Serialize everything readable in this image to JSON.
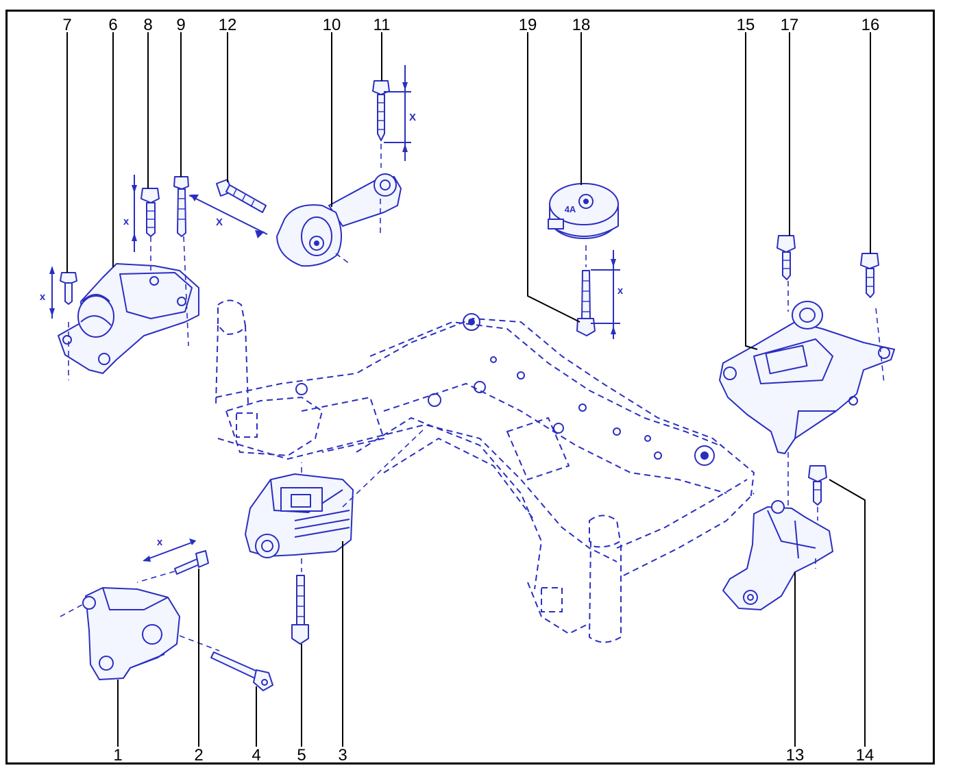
{
  "labels": {
    "l1": "1",
    "l2": "2",
    "l3": "3",
    "l4": "4",
    "l5": "5",
    "l6": "6",
    "l7": "7",
    "l8": "8",
    "l9": "9",
    "l10": "10",
    "l11": "11",
    "l12": "12",
    "l13": "13",
    "l14": "14",
    "l15": "15",
    "l16": "16",
    "l17": "17",
    "l18": "18",
    "l19": "19"
  },
  "dimension_marks": {
    "x_small": "x",
    "x_large": "X"
  },
  "stamp_text": "4A"
}
